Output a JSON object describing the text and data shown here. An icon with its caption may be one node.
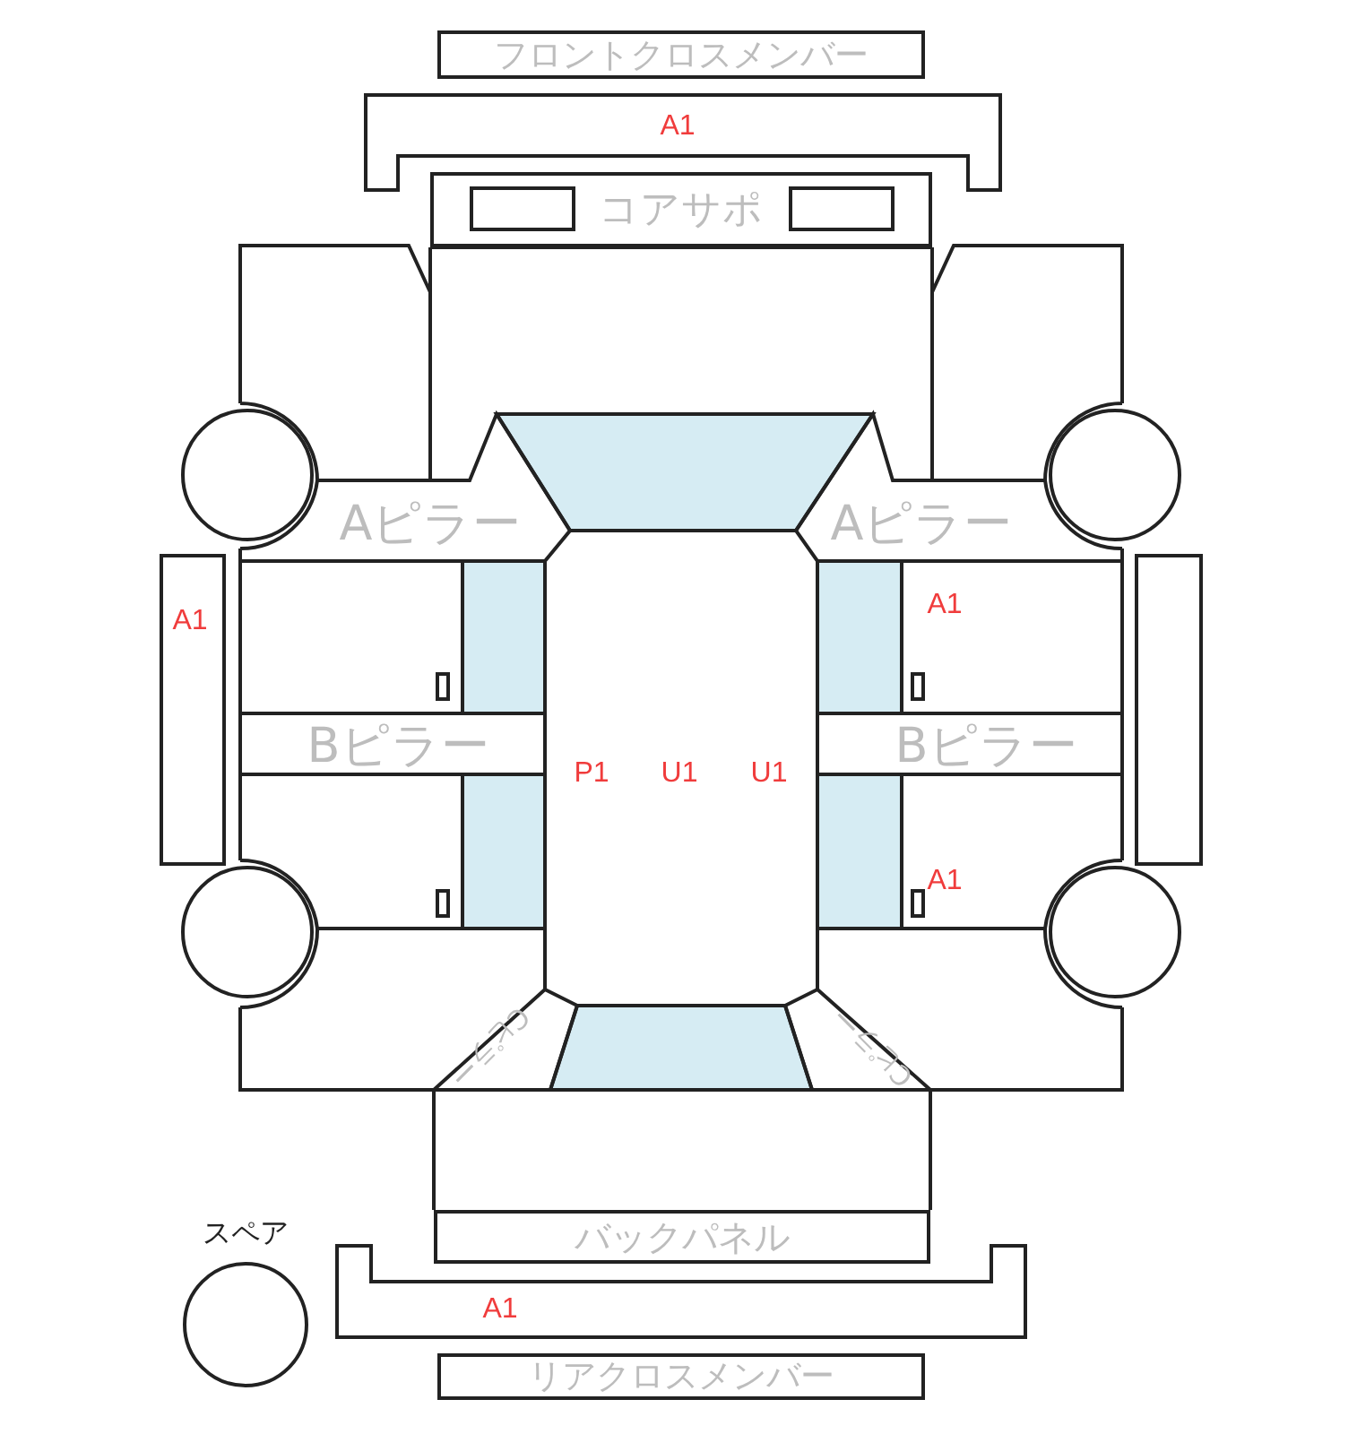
{
  "diagram": {
    "nodes": [
      {
        "text": [
          "フロントクロスメンバー"
        ]
      },
      {
        "text": [
          "コアサポ"
        ]
      },
      {
        "text": [
          "Aピラー"
        ]
      },
      {
        "text": [
          "Aピラー"
        ]
      },
      {
        "text": [
          "Bピラー"
        ]
      },
      {
        "text": [
          "Bピラー"
        ]
      },
      {
        "text": [
          "Cピラー"
        ]
      },
      {
        "text": [
          "Cピラー"
        ]
      },
      {
        "text": [
          "バックパネル"
        ]
      },
      {
        "text": [
          "スペア"
        ]
      },
      {
        "text": [
          "リアクロスメンバー"
        ]
      }
    ],
    "labels": [
      "A1",
      "A1",
      "A1",
      "P1",
      "U1",
      "U1",
      "A1",
      "A1"
    ]
  }
}
